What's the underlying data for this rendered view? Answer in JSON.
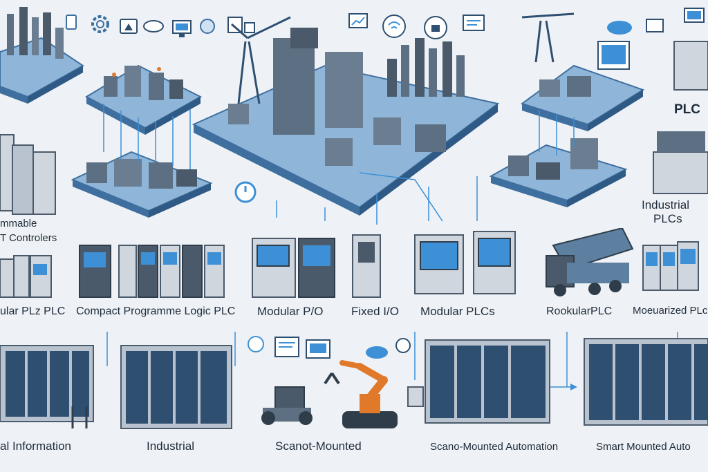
{
  "colors": {
    "background": "#eef2f6",
    "platform_top": "#8fb6d9",
    "platform_side": "#3f6f9f",
    "device_body": "#cfd6de",
    "device_dark": "#4b5a6a",
    "screen": "#3d8fd6",
    "accent_orange": "#e07a2a",
    "connector": "#3d8fd6"
  },
  "icons": [
    "gear-icon",
    "lock-icon",
    "monitor-icon",
    "cloud-icon",
    "building-icon",
    "wifi-icon",
    "document-icon",
    "power-icon",
    "chart-icon",
    "crane-icon",
    "truck-icon",
    "robot-arm-icon"
  ],
  "labels": {
    "top_right_plc": "PLC",
    "industrial_plcs_line1": "Industrial",
    "industrial_plcs_line2": "PLCs",
    "left_line1": "mmable",
    "left_line2": "T Controlers",
    "row2": {
      "item1": "ular PLz PLC",
      "item2": "Compact Programme Logic PLC",
      "item3": "Modular P/O",
      "item4": "Fixed I/O",
      "item5": "Modular PLCs",
      "item6": "RookularPLC",
      "item7": "Moeuarized PLc"
    },
    "row3": {
      "item1": "al Information",
      "item2": "Industrial",
      "item3": "Scanot-Mounted",
      "item4": "Scano-Mounted Automation",
      "item5": "Smart Mounted Auto"
    }
  }
}
